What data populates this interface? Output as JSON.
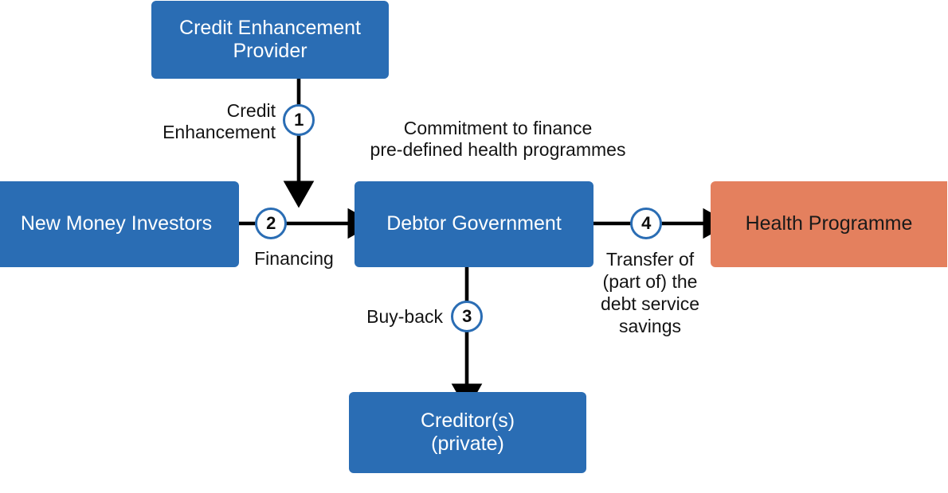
{
  "diagram": {
    "title": "Debt conversion / debt-for-health swap flow",
    "background": "#ffffff",
    "colors": {
      "node_blue": "#2a6db4",
      "node_orange": "#e4805e",
      "arrow": "#000000",
      "badge_ring": "#2a6db4",
      "badge_fill": "#ffffff",
      "text_dark": "#141414",
      "text_light": "#ffffff"
    },
    "nodes": [
      {
        "id": "credit-enhancement-provider",
        "label": "Credit Enhancement\nProvider",
        "style": "blue"
      },
      {
        "id": "new-money-investors",
        "label": "New Money Investors",
        "style": "blue"
      },
      {
        "id": "debtor-government",
        "label": "Debtor Government",
        "style": "blue"
      },
      {
        "id": "health-programme",
        "label": "Health Programme",
        "style": "orange"
      },
      {
        "id": "creditors-private",
        "label": "Creditor(s)\n(private)",
        "style": "blue"
      }
    ],
    "badges": [
      {
        "id": "step-1",
        "number": "1"
      },
      {
        "id": "step-2",
        "number": "2"
      },
      {
        "id": "step-3",
        "number": "3"
      },
      {
        "id": "step-4",
        "number": "4"
      }
    ],
    "edge_labels": [
      {
        "id": "credit-enhancement",
        "text": "Credit\nEnhancement",
        "align": "right"
      },
      {
        "id": "commitment-to-finance",
        "text": "Commitment to finance\npre-defined health programmes",
        "align": "center"
      },
      {
        "id": "financing",
        "text": "Financing",
        "align": "center"
      },
      {
        "id": "buy-back",
        "text": "Buy-back",
        "align": "right"
      },
      {
        "id": "transfer-of-debt-service-savings",
        "text": "Transfer of\n(part of) the\ndebt service\nsavings",
        "align": "center"
      }
    ]
  }
}
